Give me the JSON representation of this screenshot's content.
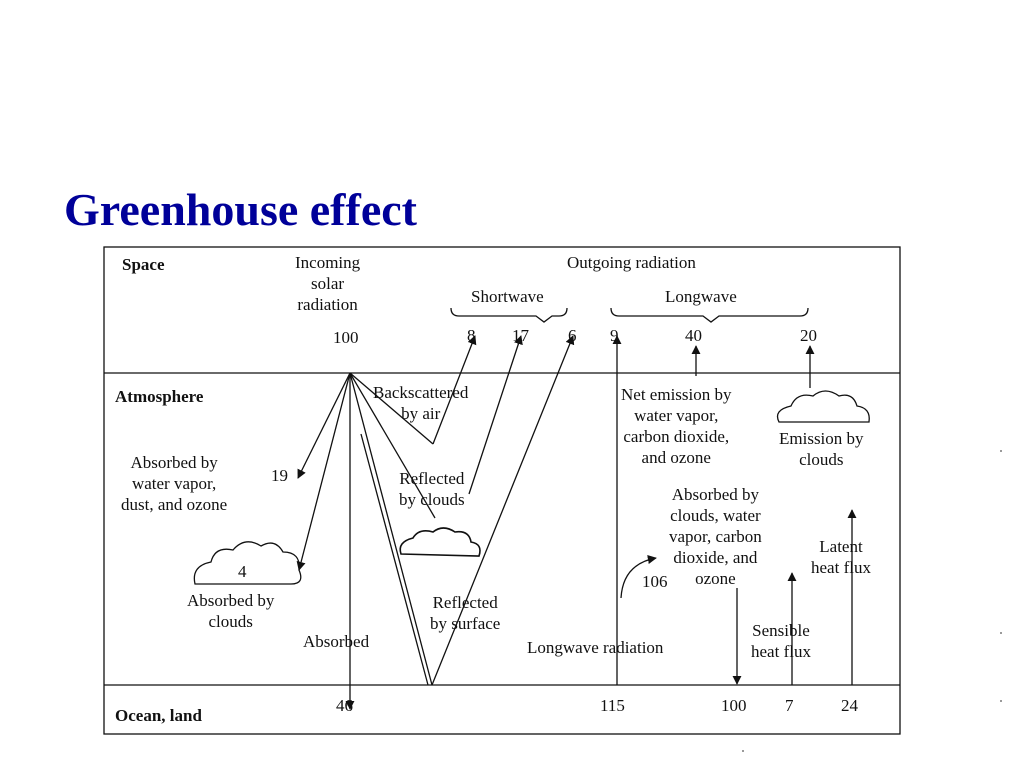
{
  "title": "Greenhouse effect",
  "colors": {
    "title": "#000099",
    "ink": "#111111"
  },
  "layers": {
    "space": "Space",
    "atmosphere": "Atmosphere",
    "surface": "Ocean, land"
  },
  "incoming": {
    "label": "Incoming\nsolar\nradiation",
    "value": "100"
  },
  "outgoing": {
    "label": "Outgoing radiation",
    "shortwave": "Shortwave",
    "longwave": "Longwave"
  },
  "top_values": {
    "backscattered_air": "8",
    "reflected_clouds": "17",
    "reflected_surface": "6",
    "longwave_surface": "9",
    "net_emission": "40",
    "cloud_emission": "20"
  },
  "labels": {
    "backscattered": "Backscattered\nby air",
    "reflected_clouds": "Reflected\nby clouds",
    "absorbed_vapor": "Absorbed by\nwater vapor,\ndust, and ozone",
    "absorbed_clouds": "Absorbed by\nclouds",
    "absorbed": "Absorbed",
    "reflected_surface": "Reflected\nby surface",
    "net_emission": "Net emission by\nwater vapor,\ncarbon dioxide,\nand ozone",
    "emission_clouds": "Emission by\nclouds",
    "absorbed_gases": "Absorbed by\nclouds, water\nvapor, carbon\ndioxide, and\nozone",
    "latent": "Latent\nheat flux",
    "sensible": "Sensible\nheat flux",
    "longwave_radiation": "Longwave radiation"
  },
  "inner_values": {
    "absorbed_vapor": "19",
    "absorbed_clouds": "4",
    "absorbed_gases": "106"
  },
  "bottom_values": {
    "absorbed": "46",
    "longwave": "115",
    "back_radiation": "100",
    "sensible": "7",
    "latent": "24"
  }
}
